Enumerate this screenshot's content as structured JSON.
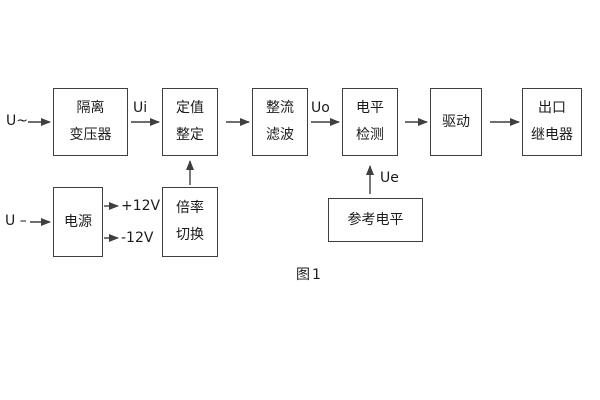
{
  "figure": {
    "caption": "图1",
    "colors": {
      "background": "#ffffff",
      "line": "#3f3f3f",
      "text": "#1c1c1c"
    }
  },
  "blocks": {
    "isolation_transformer": {
      "line1": "隔离",
      "line2": "变压器"
    },
    "setting_adjust": {
      "line1": "定值",
      "line2": "整定"
    },
    "rectify_filter": {
      "line1": "整流",
      "line2": "滤波"
    },
    "level_detect": {
      "line1": "电平",
      "line2": "检测"
    },
    "drive": {
      "line1": "驱动"
    },
    "output_relay": {
      "line1": "出口",
      "line2": "继电器"
    },
    "power_supply": {
      "line1": "电源"
    },
    "ratio_switch": {
      "line1": "倍率",
      "line2": "切换"
    },
    "reference_level": {
      "line1": "参考电平"
    }
  },
  "labels": {
    "input_ac": "U~",
    "input_dc": "U –",
    "ui": "Ui",
    "uo": "Uo",
    "ue": "Ue",
    "plus_12v": "+12V",
    "minus_12v": "-12V"
  }
}
